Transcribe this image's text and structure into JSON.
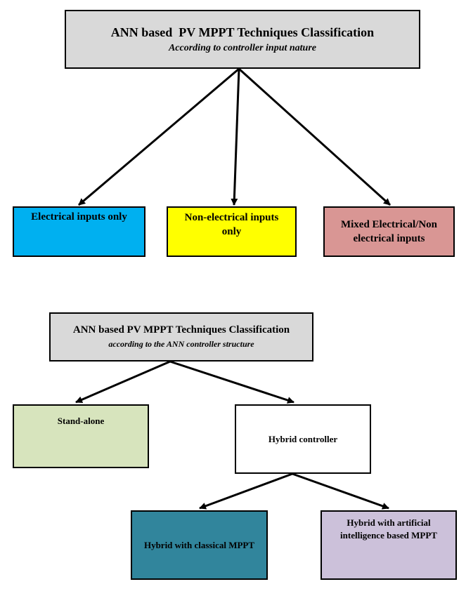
{
  "diagram1": {
    "title": "ANN based  PV MPPT Techniques Classification",
    "subtitle": "According to controller input nature",
    "nodes": [
      {
        "label": "Electrical inputs only",
        "color": "#00b0f0"
      },
      {
        "label": "Non-electrical inputs only",
        "color": "#ffff00"
      },
      {
        "label": "Mixed Electrical/Non electrical inputs",
        "color": "#d99694"
      }
    ]
  },
  "diagram2": {
    "title": "ANN based PV MPPT Techniques Classification",
    "subtitle": "according to the ANN controller structure",
    "nodes": [
      {
        "label": "Stand-alone",
        "color": "#d7e4bd"
      },
      {
        "label": "Hybrid controller",
        "color": "#ffffff"
      },
      {
        "label": "Hybrid with classical MPPT",
        "color": "#31859c"
      },
      {
        "label": "Hybrid with artificial intelligence based MPPT",
        "color": "#ccc1da"
      }
    ]
  }
}
